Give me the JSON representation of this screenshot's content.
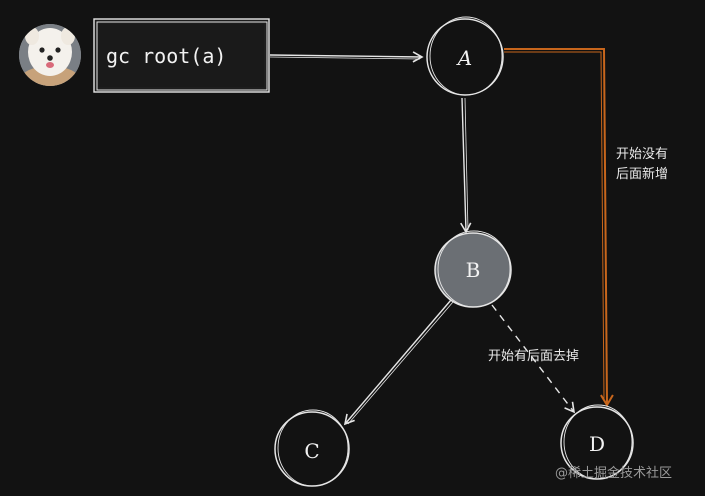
{
  "diagram": {
    "root_label": "gc root(a)",
    "nodes": {
      "a": "A",
      "b": "B",
      "c": "C",
      "d": "D"
    },
    "notes": {
      "orange_line1": "开始没有",
      "orange_line2": "后面新增",
      "dashed": "开始有后面去掉"
    },
    "colors": {
      "background": "#121212",
      "stroke": "#e6e6e6",
      "node_b_fill": "#6b6f74",
      "new_reference": "#c8661c"
    }
  },
  "watermark": "@稀土掘金技术社区"
}
